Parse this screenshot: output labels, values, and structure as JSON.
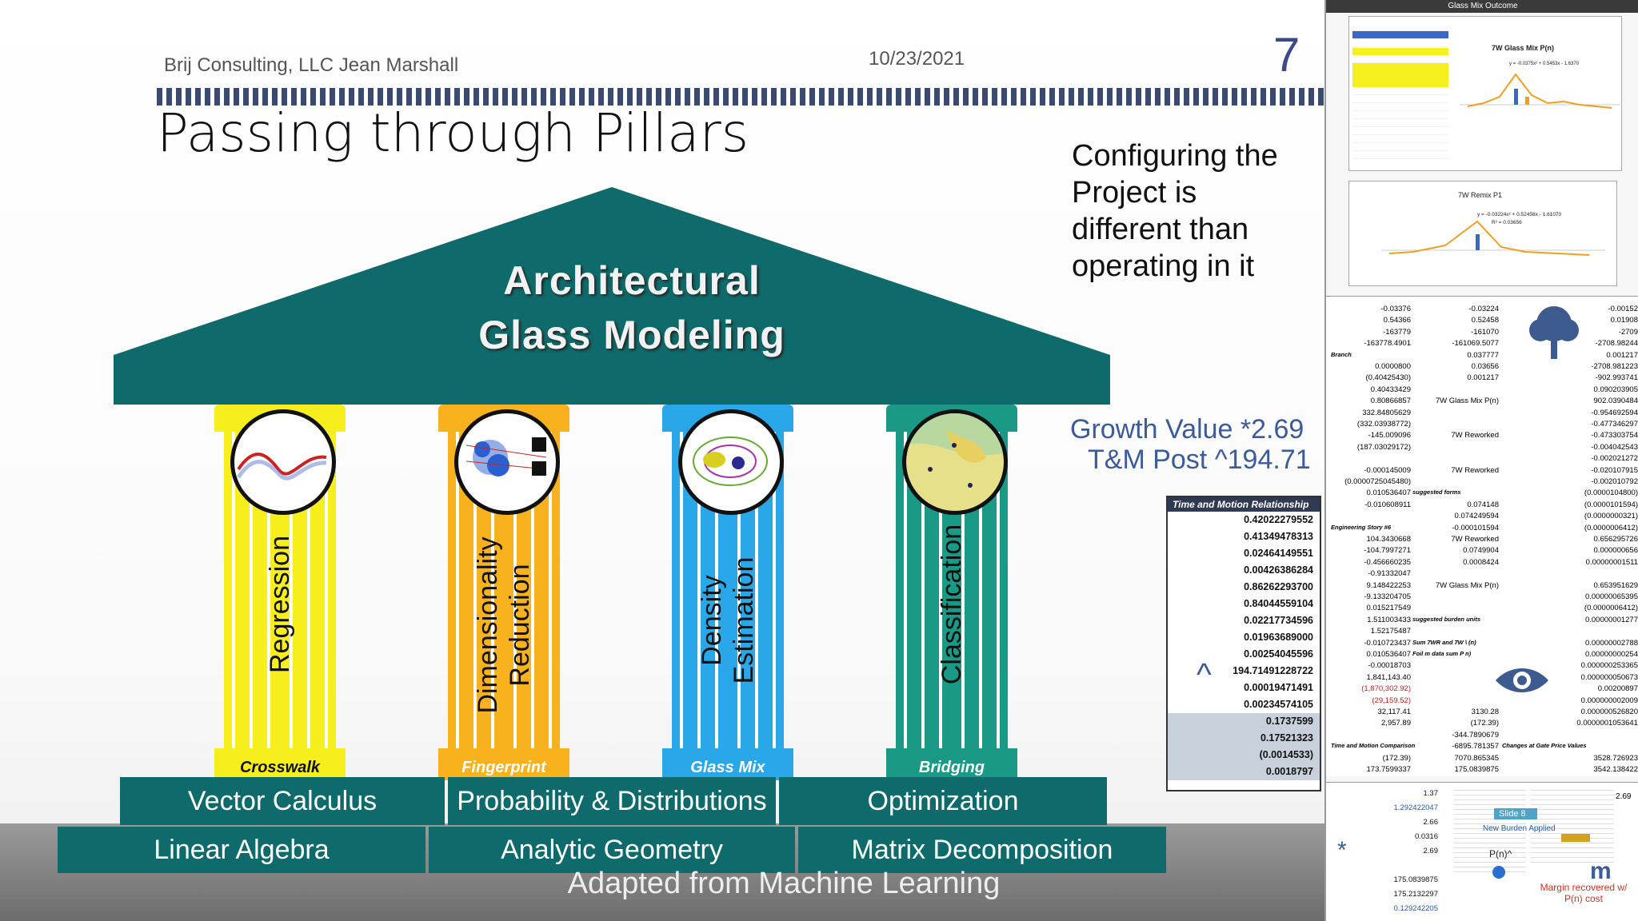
{
  "slide": {
    "author": "Brij Consulting, LLC Jean Marshall",
    "date": "10/23/2021",
    "page_number": "7",
    "title": "Passing through Pillars",
    "roof_line1": "Architectural",
    "roof_line2": "Glass Modeling",
    "side_text": "Configuring the Project is different than operating in it",
    "growth_line1": "Growth Value *2.69",
    "growth_line2": "T&M Post ^194.71",
    "caret": "^",
    "footer": "Adapted from Machine Learning",
    "pillars": [
      {
        "label": "Regression",
        "base": "Crosswalk",
        "color": "#f7ee1e"
      },
      {
        "label": "Dimensionality\nReduction",
        "base": "Fingerprint",
        "color": "#f7b21e"
      },
      {
        "label": "Density\nEstimation",
        "base": "Glass Mix",
        "color": "#2aa7e8"
      },
      {
        "label": "Classification",
        "base": "Bridging",
        "color": "#1a9a86"
      }
    ],
    "steps_upper": [
      "Vector Calculus",
      "Probability & Distributions",
      "Optimization"
    ],
    "steps_lower": [
      "Linear Algebra",
      "Analytic Geometry",
      "Matrix Decomposition"
    ],
    "tm_box": {
      "header": "Time and Motion Relationship",
      "values": [
        "0.42022279552",
        "0.41349478313",
        "0.02464149551",
        "0.00426386284",
        "0.86262293700",
        "0.84044559104",
        "0.02217734596",
        "0.01963689000",
        "0.00254045596",
        "194.71491228722",
        "0.00019471491",
        "0.00234574105"
      ],
      "values2": [
        "0.1737599",
        "0.17521323",
        "(0.0014533)",
        "0.0018797"
      ]
    }
  },
  "panel": {
    "title": "Glass Mix Outcome",
    "chart1_title": "7W Glass Mix P(n)",
    "chart2_title": "7W Remix P1",
    "chart1_eq": "y = -0.0375x² + 0.5453x - 1.6370",
    "chart2_eq": "y = -0.03224x² + 0.52458x - 1.61070",
    "chart2_r2": "R² = 0.03656",
    "slide_tag": "Slide 8",
    "new_burden": "New Burden Applied",
    "pn_label": "P(n)^",
    "margin_label": "Margin recovered w/ P(n) cost",
    "rows": [
      [
        "-0.03376",
        "-0.03224",
        "",
        "-0.00152"
      ],
      [
        "0.54366",
        "0.52458",
        "",
        "0.01908"
      ],
      [
        "-163779",
        "-161070",
        "",
        "-2709"
      ],
      [
        "-163778.4901",
        "-161069.5077",
        "",
        "-2708.98244"
      ],
      [
        "Branch",
        "0.037777",
        "",
        "0.001217"
      ],
      [
        "0.0000800",
        "0.03656",
        "",
        "-2708.981223"
      ],
      [
        "(0.40425430)",
        "0.001217",
        "",
        "-902.993741"
      ],
      [
        "0.40433429",
        "",
        "",
        "0.090203905"
      ],
      [
        "0.80866857",
        "7W Glass Mix P(n)",
        "",
        "902.0390484"
      ],
      [
        "332.84805629",
        "",
        "",
        "-0.954692594"
      ],
      [
        "(332.03938772)",
        "",
        "",
        "-0.477346297"
      ],
      [
        "-145.009096",
        "7W Reworked",
        "",
        "-0.473303754"
      ],
      [
        "(187.03029172)",
        "",
        "",
        "-0.004042543"
      ],
      [
        "",
        "",
        "",
        "-0.002021272"
      ],
      [
        "-0.000145009",
        "7W Reworked",
        "",
        "-0.020107915"
      ],
      [
        "(0.0000725045480)",
        "",
        "",
        "-0.002010792"
      ],
      [
        "0.010536407",
        "suggested forms",
        "",
        "(0.0000104800)"
      ],
      [
        "-0.010608911",
        "0.074148",
        "",
        "(0.0000101594)"
      ],
      [
        "",
        "0.074249594",
        "",
        "(0.0000000321)"
      ],
      [
        "Engineering Story #6",
        "-0.000101594",
        "",
        "(0.0000006412)"
      ],
      [
        "104.3430668",
        "7W Reworked",
        "",
        "0.656295726"
      ],
      [
        "-104.7997271",
        "0.0749904",
        "",
        "0.000000656"
      ],
      [
        "-0.456660235",
        "0.0008424",
        "",
        "0.00000001511"
      ],
      [
        "-0.91332047",
        "",
        "",
        ""
      ],
      [
        "9.148422253",
        "7W Glass Mix P(n)",
        "",
        "0.653951629"
      ],
      [
        "-9.133204705",
        "",
        "",
        "0.00000065395"
      ],
      [
        "0.015217549",
        "",
        "",
        "(0.0000006412)"
      ],
      [
        "1.511003433",
        "suggested burden units",
        "",
        "0.00000001277"
      ],
      [
        "1.52175487",
        "",
        "",
        ""
      ],
      [
        "-0.010723437",
        "Sum 7WR and 7W \\ (n)",
        "",
        "0.00000002788"
      ],
      [
        "0.010536407",
        "Foil m data sum P n)",
        "",
        "0.00000000254"
      ],
      [
        "-0.00018703",
        "",
        "",
        "0.000000253365"
      ],
      [
        "1,841,143.40",
        "",
        "",
        "0.000000050673"
      ],
      [
        "(1,870,302.92)",
        "",
        "",
        "0.00200897"
      ],
      [
        "(29,159.52)",
        "",
        "",
        "0.000000002009"
      ],
      [
        "32,117.41",
        "3130.28",
        "",
        "0.000000526820"
      ],
      [
        "2,957.89",
        "(172.39)",
        "",
        "0.0000001053641"
      ],
      [
        "",
        "-344.7890679",
        "",
        ""
      ],
      [
        "Time and Motion Comparison",
        "-6895.781357",
        "Changes at Gate Price Values",
        ""
      ],
      [
        "(172.39)",
        "7070.865345",
        "",
        "3528.726923"
      ],
      [
        "173.7599337",
        "175.0839875",
        "",
        "3542.138422"
      ]
    ],
    "bottom_rows": [
      "1.37",
      "1.292422047",
      "2.66",
      "0.0316",
      "2.69",
      "",
      "175.0839875",
      "175.2132297",
      "0.129242205"
    ],
    "bottom_right": "2.69",
    "star": "*",
    "m_letter": "m"
  }
}
